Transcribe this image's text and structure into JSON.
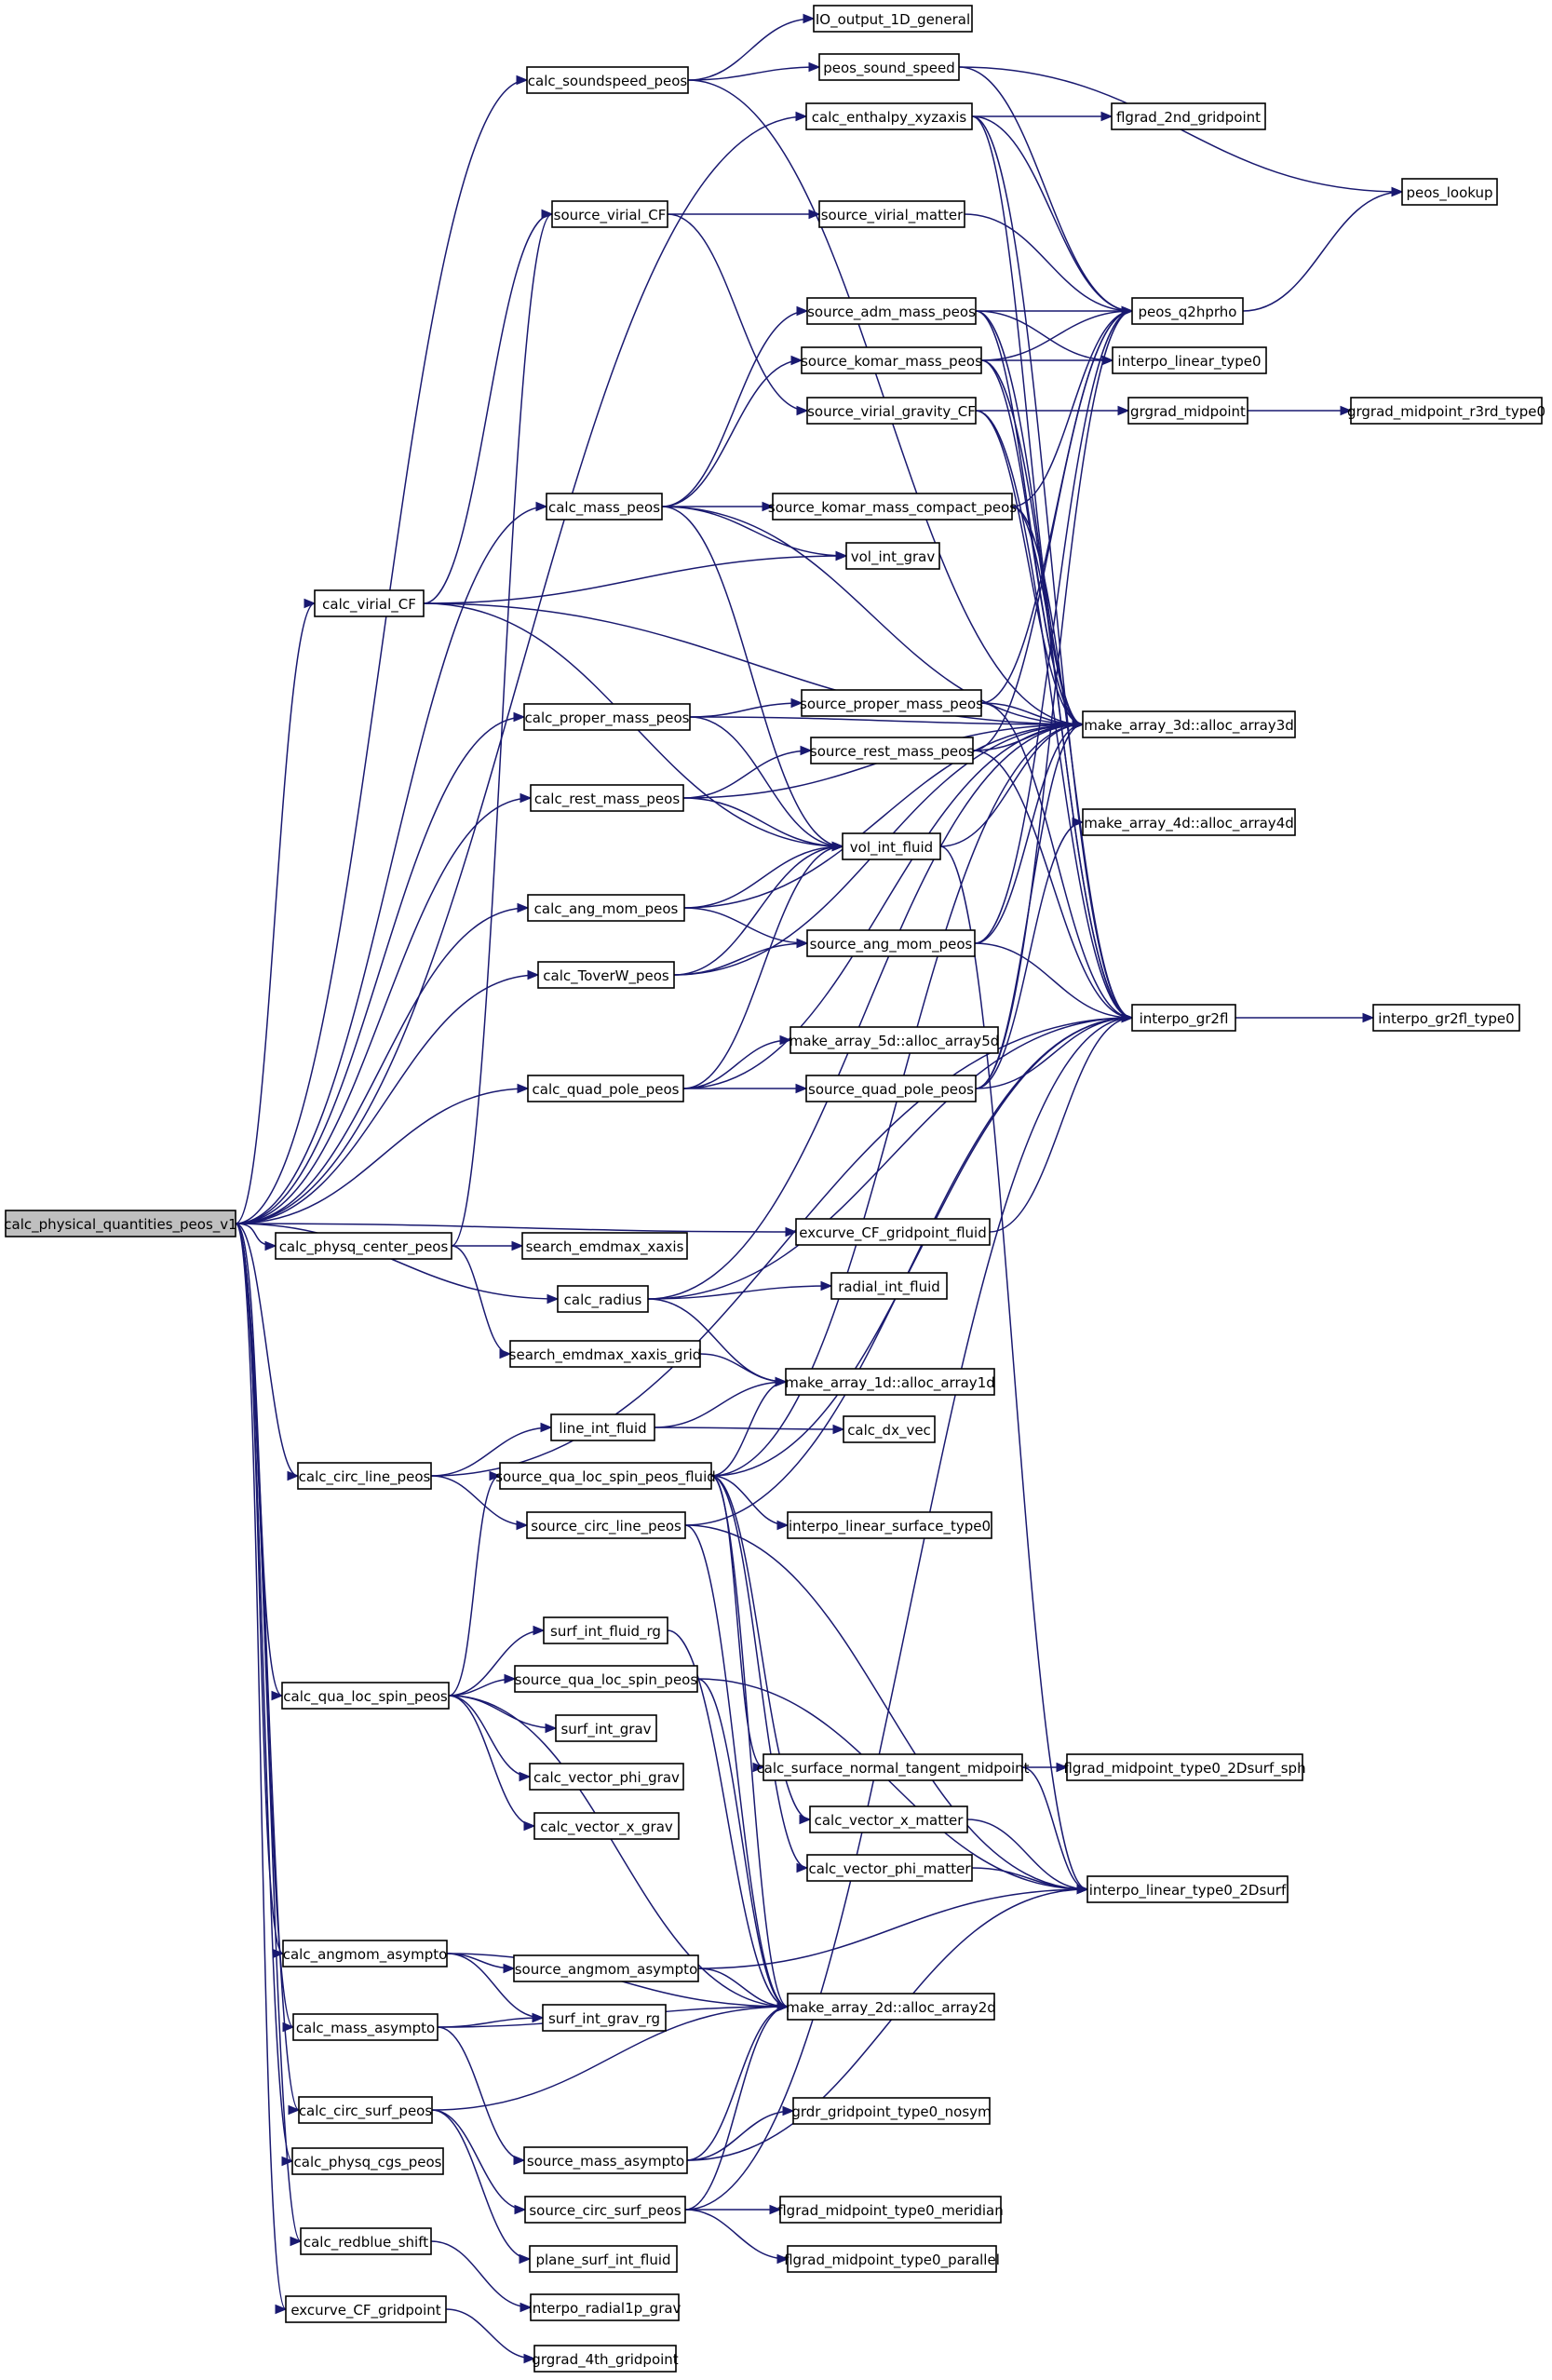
{
  "diagram": {
    "root": "calc_physical_quantities_peos_v1",
    "nodes": [
      "calc_physical_quantities_peos_v1",
      "calc_soundspeed_peos",
      "IO_output_1D_general",
      "peos_sound_speed",
      "calc_enthalpy_xyzaxis",
      "flgrad_2nd_gridpoint",
      "peos_lookup",
      "source_virial_CF",
      "source_virial_matter",
      "peos_q2hprho",
      "source_adm_mass_peos",
      "interpo_linear_type0",
      "source_komar_mass_peos",
      "source_virial_gravity_CF",
      "grgrad_midpoint",
      "grgrad_midpoint_r3rd_type0",
      "calc_mass_peos",
      "source_komar_mass_compact_peos",
      "vol_int_grav",
      "calc_virial_CF",
      "calc_proper_mass_peos",
      "source_proper_mass_peos",
      "make_array_3d::alloc_array3d",
      "source_rest_mass_peos",
      "calc_rest_mass_peos",
      "make_array_4d::alloc_array4d",
      "vol_int_fluid",
      "calc_ang_mom_peos",
      "source_ang_mom_peos",
      "calc_ToverW_peos",
      "interpo_gr2fl",
      "interpo_gr2fl_type0",
      "make_array_5d::alloc_array5d",
      "calc_quad_pole_peos",
      "source_quad_pole_peos",
      "calc_physq_center_peos",
      "search_emdmax_xaxis",
      "excurve_CF_gridpoint_fluid",
      "calc_radius",
      "radial_int_fluid",
      "search_emdmax_xaxis_grid",
      "make_array_1d::alloc_array1d",
      "line_int_fluid",
      "calc_dx_vec",
      "calc_circ_line_peos",
      "source_qua_loc_spin_peos_fluid",
      "interpo_linear_surface_type0",
      "source_circ_line_peos",
      "surf_int_fluid_rg",
      "source_qua_loc_spin_peos",
      "calc_qua_loc_spin_peos",
      "surf_int_grav",
      "calc_surface_normal_tangent_midpoint",
      "flgrad_midpoint_type0_2Dsurf_sph",
      "calc_vector_phi_grav",
      "calc_vector_x_matter",
      "calc_vector_x_grav",
      "calc_vector_phi_matter",
      "interpo_linear_type0_2Dsurf",
      "calc_angmom_asympto",
      "source_angmom_asympto",
      "make_array_2d::alloc_array2d",
      "calc_mass_asympto",
      "surf_int_grav_rg",
      "calc_circ_surf_peos",
      "grdr_gridpoint_type0_nosym",
      "source_mass_asympto",
      "calc_physq_cgs_peos",
      "source_circ_surf_peos",
      "flgrad_midpoint_type0_meridian",
      "calc_redblue_shift",
      "flgrad_midpoint_type0_parallel",
      "plane_surf_int_fluid",
      "interpo_radial1p_grav",
      "excurve_CF_gridpoint",
      "grgrad_4th_gridpoint"
    ]
  }
}
